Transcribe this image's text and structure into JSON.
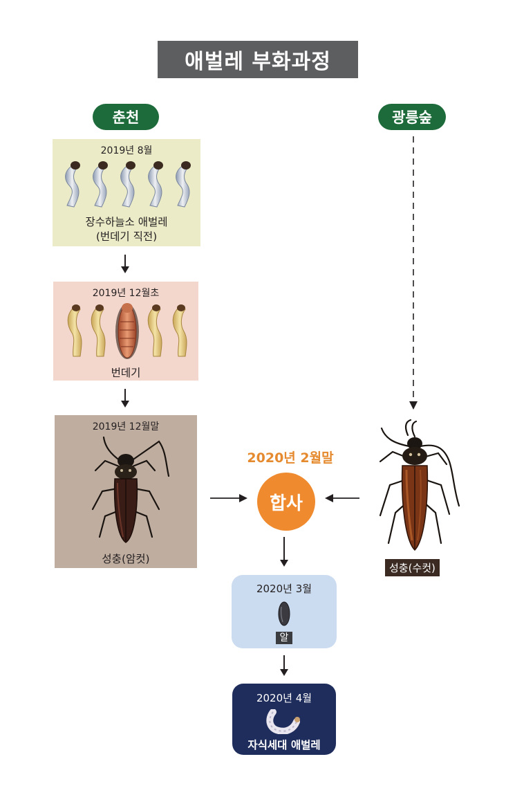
{
  "title": "애벌레 부화과정",
  "sites": {
    "left": "춘천",
    "right": "광릉숲"
  },
  "stages": [
    {
      "date": "2019년 8월",
      "caption_line1": "장수하늘소 애벌레",
      "caption_line2": "(번데기 직전)"
    },
    {
      "date": "2019년 12월초",
      "caption": "번데기"
    },
    {
      "date": "2019년 12월말",
      "caption": "성충(암컷)"
    }
  ],
  "male": {
    "caption": "성충(수컷)"
  },
  "mating": {
    "date": "2020년 2월말",
    "label": "합사"
  },
  "egg": {
    "date": "2020년 3월",
    "caption": "알"
  },
  "offspring": {
    "date": "2020년 4월",
    "caption": "자식세대 애벌레"
  },
  "colors": {
    "title_bg": "#5d5e60",
    "site_green": "#1d6b3a",
    "stage1_bg": "#ebebc8",
    "stage2_bg": "#f3d6cc",
    "stage3_bg": "#bfada0",
    "mating_orange": "#ef8a2e",
    "egg_bg": "#ccdcf0",
    "offspring_bg": "#1f2d5c"
  }
}
